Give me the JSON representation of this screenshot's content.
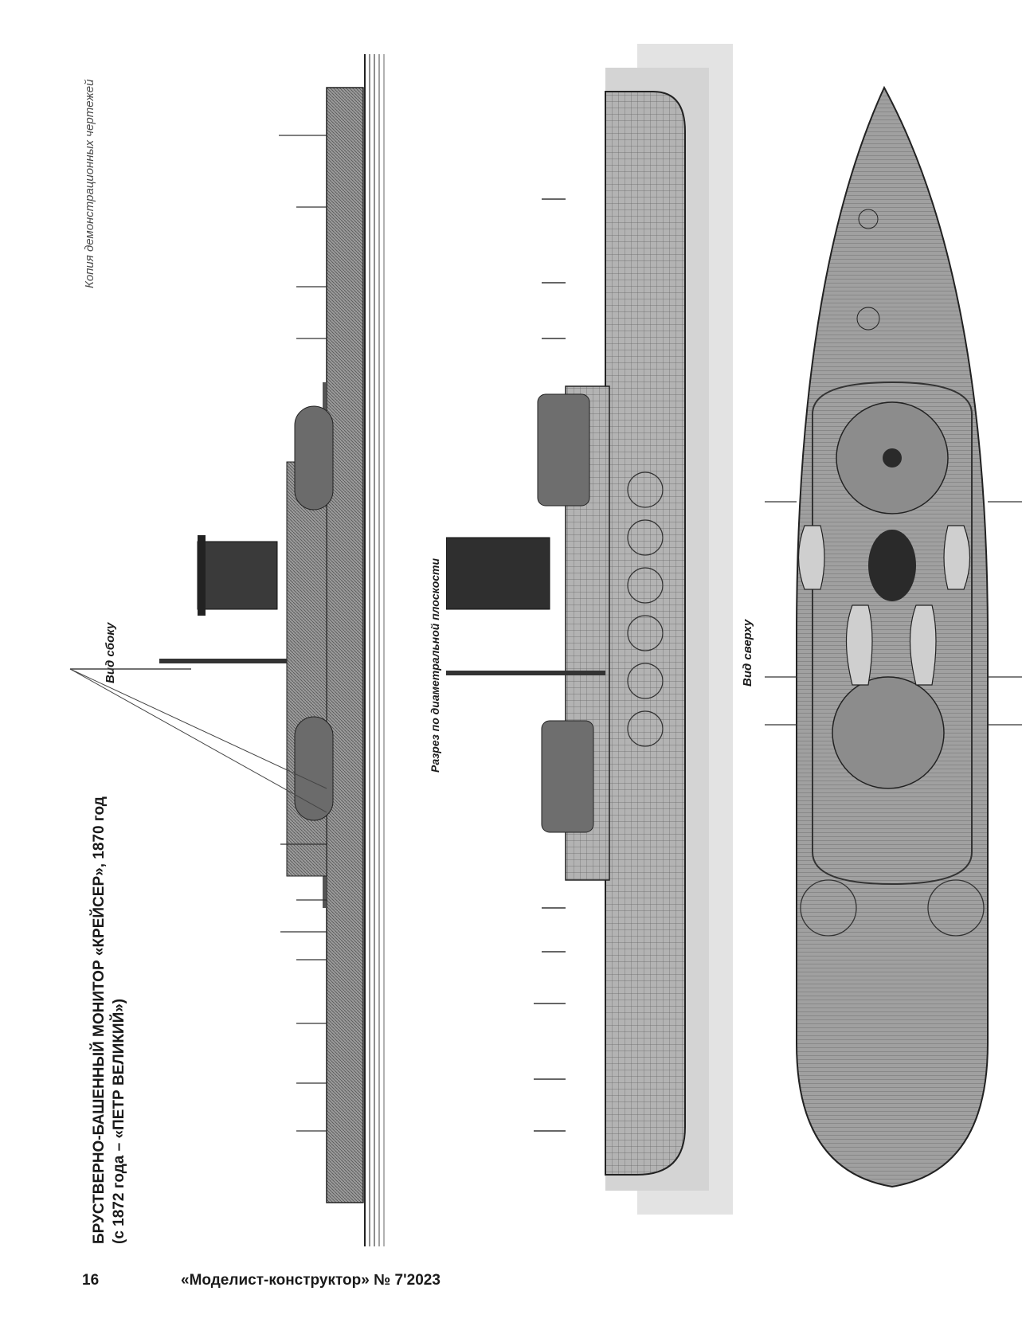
{
  "header": {
    "note": "Копия демонстрационных чертежей"
  },
  "title": {
    "line1": "БРУСТВЕРНО-БАШЕННЫЙ МОНИТОР «КРЕЙСЕР», 1870 год",
    "line2": "(с 1872 года – «ПЕТР ВЕЛИКИЙ»)"
  },
  "captions": {
    "side_view": "Вид сбоку",
    "section": "Разрез по диаметральной плоскости",
    "top_view": "Вид сверху"
  },
  "footer": {
    "page_number": "16",
    "magazine": "«Моделист-конструктор» № 7'2023"
  },
  "drawings": {
    "side_view_icon": "ship-side-profile",
    "section_icon": "ship-longitudinal-section",
    "top_view_icon": "ship-deck-plan"
  }
}
